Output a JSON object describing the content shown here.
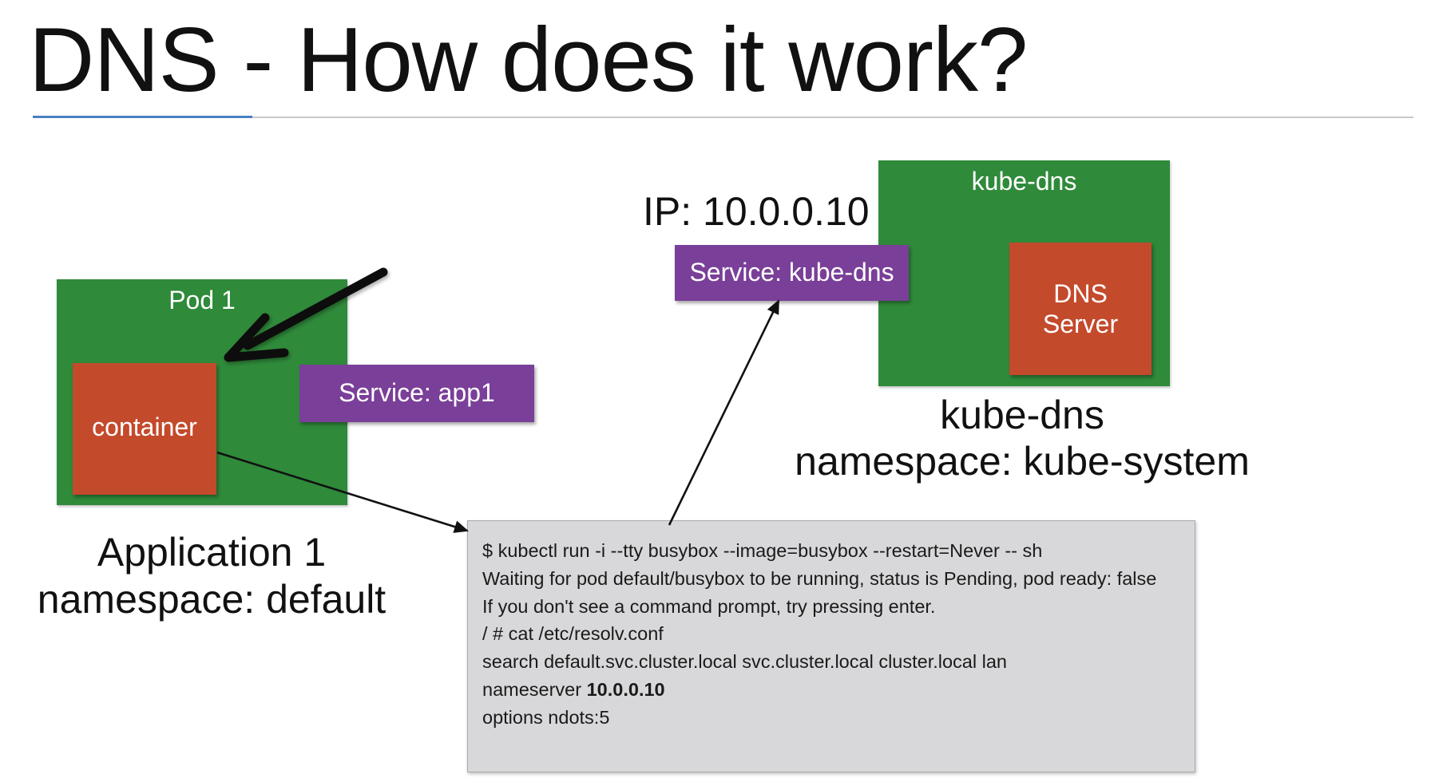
{
  "slide": {
    "title": "DNS - How does it work?"
  },
  "app_pod": {
    "pod_label": "Pod 1",
    "container_label": "container",
    "service_label": "Service: app1",
    "caption_line1": "Application 1",
    "caption_line2": "namespace: default"
  },
  "dns_pod": {
    "pod_label": "kube-dns",
    "server_label_line1": "DNS",
    "server_label_line2": "Server",
    "service_label": "Service: kube-dns",
    "ip_label": "IP: 10.0.0.10",
    "caption_line1": "kube-dns",
    "caption_line2": "namespace: kube-system"
  },
  "terminal": {
    "lines": [
      "$ kubectl run -i --tty busybox --image=busybox --restart=Never -- sh",
      "Waiting for pod default/busybox to be running, status is Pending, pod ready: false",
      "If you don't see a command prompt, try pressing enter.",
      "/ # cat /etc/resolv.conf",
      "search default.svc.cluster.local svc.cluster.local cluster.local lan",
      "nameserver ",
      "options ndots:5"
    ],
    "nameserver_value": "10.0.0.10"
  },
  "colors": {
    "pod_green": "#2f8a3a",
    "container_red": "#c44a2c",
    "service_purple": "#7a3f98",
    "terminal_gray": "#d8d8da",
    "accent_blue": "#4a7fc0"
  }
}
